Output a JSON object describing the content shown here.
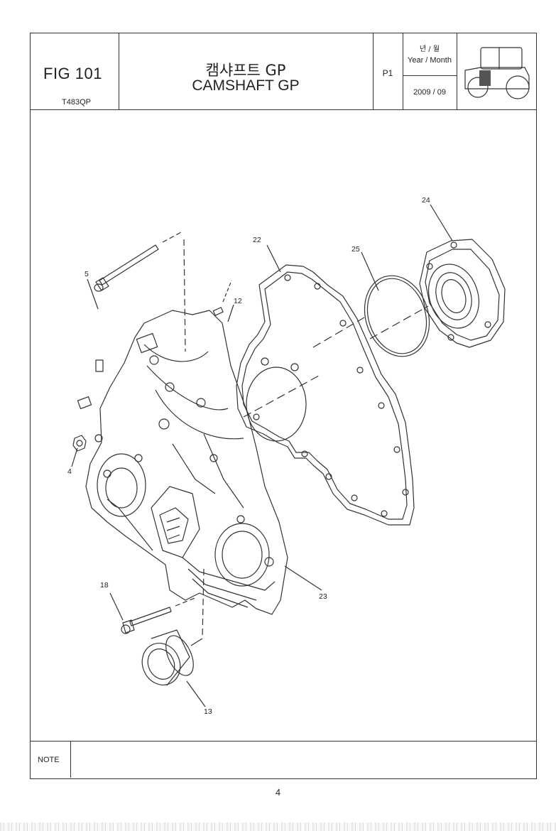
{
  "header": {
    "fig_label": "FIG 101",
    "part_code": "T483QP",
    "title_kr": "캠샤프트 GP",
    "title_en": "CAMSHAFT GP",
    "page_code": "P1",
    "year_month_kr": "년 / 월",
    "year_month_en": "Year / Month",
    "date": "2009  / 09",
    "thumbnail_icon": "tractor-icon"
  },
  "callouts": {
    "c5": "5",
    "c12": "12",
    "c22": "22",
    "c25": "25",
    "c24": "24",
    "c4": "4",
    "c23": "23",
    "c18": "18",
    "c13": "13"
  },
  "footer": {
    "note_label": "NOTE",
    "note_text": "",
    "page_number": "4"
  }
}
